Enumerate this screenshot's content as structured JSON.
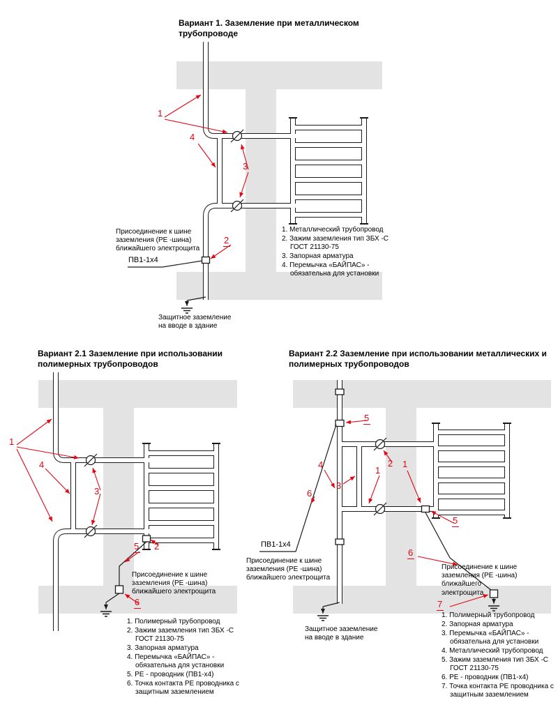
{
  "meta": {
    "accent_red": "#e30613",
    "beam_gray": "#e3e3e3",
    "line_black": "#1a1a1a",
    "background": "#ffffff"
  },
  "variant1": {
    "title": "Вариант 1. Заземление при металлическом трубопроводе",
    "annotations": {
      "pe_bus": "Присоединение к шине заземления (PE -шина) ближайшего электрощита",
      "wire_label": "ПВ1-1x4",
      "protective_ground": "Защитное заземление на вводе в здание"
    },
    "callouts": {
      "pipe": "1",
      "clamp": "2",
      "valve": "3",
      "bypass": "4"
    },
    "legend": [
      "1. Металлический трубопровод",
      "2. Зажим заземления тип ЗБХ -С ГОСТ 21130-75",
      "3. Запорная арматура",
      "4. Перемычка «БАЙПАС» - обязательна для установки"
    ]
  },
  "variant21": {
    "title": "Вариант 2.1 Заземление при использовании полимерных трубопроводов",
    "annotations": {
      "pe_bus": "Присоединение к шине заземления (PE -шина) ближайшего электрощита"
    },
    "callouts": {
      "pipe": "1",
      "clamp": "2",
      "valve": "3",
      "bypass": "4",
      "pe_wire": "5",
      "contact": "6"
    },
    "legend": [
      "1. Полимерный трубопровод",
      "2. Зажим заземления тип ЗБХ -С ГОСТ 21130-75",
      "3. Запорная арматура",
      "4. Перемычка «БАЙПАС» - обязательна для установки",
      "5. PE - проводник (ПВ1-х4)",
      "6. Точка контакта PE проводника с защитным заземлением"
    ]
  },
  "variant22": {
    "title": "Вариант 2.2 Заземление при использовании металлических и полимерных трубопроводов",
    "annotations": {
      "wire_label": "ПВ1-1x4",
      "pe_bus": "Присоединение к шине заземления (PE -шина) ближайшего электрощита",
      "protective_ground": "Защитное заземление на вводе в здание"
    },
    "callouts": {
      "pipe_a": "1",
      "pipe_b": "1",
      "valve": "2",
      "bypass": "3",
      "metal_pipe": "4",
      "clamp_top": "5",
      "clamp_right": "5",
      "pe_wire_left": "6",
      "pe_wire_right": "6",
      "contact": "7"
    },
    "legend": [
      "1. Полимерный трубопровод",
      "2. Запорная арматура",
      "3. Перемычка «БАЙПАС» - обязательна для установки",
      "4. Металлический трубопровод",
      "5. Зажим заземления тип ЗБХ -С ГОСТ 21130-75",
      "6. PE - проводник (ПВ1-х4)",
      "7. Точка контакта PE проводника с защитным заземлением"
    ]
  }
}
